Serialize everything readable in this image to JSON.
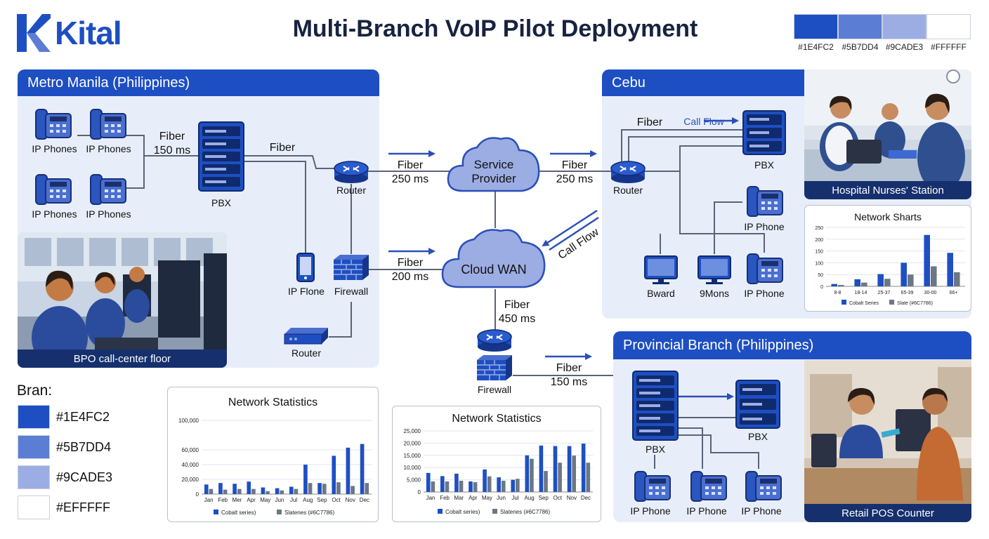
{
  "brand": {
    "logo_text": "Kital"
  },
  "title": "Multi-Branch VoIP Pilot Deployment",
  "palette": [
    {
      "hex": "#1E4FC2",
      "label": "#1E4FC2"
    },
    {
      "hex": "#5B7DD4",
      "label": "#5B7DD4"
    },
    {
      "hex": "#9CADE3",
      "label": "#9CADE3"
    },
    {
      "hex": "#FFFFFF",
      "label": "#FFFFFF"
    }
  ],
  "regions": {
    "manila": {
      "title": "Metro Manila (Philippines)",
      "phones": [
        "IP Phones",
        "IP Phones",
        "IP Phones",
        "IP Phones"
      ],
      "link_fiber": "Fiber",
      "link_ms": "150 ms",
      "pbx": "PBX",
      "fiber2": "Fiber",
      "router": "Router",
      "ip_flone": "IP Flone",
      "firewall": "Firewall",
      "router2": "Router",
      "photo_caption": "BPO call-center floor"
    },
    "cebu": {
      "title": "Cebu",
      "fiber": "Fiber",
      "call_flow": "Call Flow",
      "pbx": "PBX",
      "router": "Router",
      "ip_phone_1": "IP Phone",
      "bward": "Bward",
      "monitors": "9Mons",
      "ip_phone_2": "IP Phone",
      "photo_caption": "Hospital Nurses' Station"
    },
    "provincial": {
      "title": "Provincial Branch (Philippines)",
      "pbx_1": "PBX",
      "pbx_2": "PBX",
      "phones": [
        "IP Phone",
        "IP Phone",
        "IP Phone"
      ],
      "photo_caption": "Retail POS Counter"
    }
  },
  "core": {
    "service_provider": "Service Provider",
    "cloud_wan": "Cloud WAN",
    "link_sp_left": {
      "medium": "Fiber",
      "latency": "250 ms"
    },
    "link_sp_right": {
      "medium": "Fiber",
      "latency": "250 ms"
    },
    "link_wan_left": {
      "medium": "Fiber",
      "latency": "200 ms"
    },
    "link_wan_down": {
      "medium": "Fiber",
      "latency": "450 ms"
    },
    "call_flow": "Call Flow",
    "firewall": "Firewall",
    "link_prov": {
      "medium": "Fiber",
      "latency": "150 ms"
    }
  },
  "legend": {
    "title": "Bran:",
    "items": [
      {
        "hex": "#1E4FC2",
        "label": "#1E4FC2"
      },
      {
        "hex": "#5B7DD4",
        "label": "#5B7DD4"
      },
      {
        "hex": "#9CADE3",
        "label": "#9CADE3"
      },
      {
        "hex": "#FFFFFF",
        "label": "#EFFFFF"
      }
    ]
  },
  "colors": {
    "cobalt": "#1E4FC2",
    "slate": "#6C7786",
    "mid": "#5B7DD4",
    "light": "#9CADE3",
    "panel": "#E8EEF9",
    "navy": "#16306E"
  },
  "chart_data": [
    {
      "type": "bar",
      "title": "Network Statistics",
      "categories": [
        "Jan",
        "Feb",
        "Mer",
        "Apr",
        "May",
        "Jun",
        "Jul",
        "Aug",
        "Sep",
        "Oct",
        "Nov",
        "Dec"
      ],
      "ylim": [
        0,
        100000
      ],
      "yticks": [
        0,
        20000,
        40000,
        60000,
        100000
      ],
      "ytick_labels": [
        "0",
        "20,000",
        "40,000",
        "60,000",
        "100,000"
      ],
      "series": [
        {
          "name": "Cobalt series)",
          "color": "#1E4FC2",
          "values": [
            13000,
            15000,
            14000,
            17000,
            9000,
            8000,
            10000,
            40000,
            15000,
            52000,
            63000,
            68000
          ]
        },
        {
          "name": "Slatenes (#6C7786)",
          "color": "#6C7786",
          "values": [
            7000,
            6000,
            7000,
            7000,
            4000,
            5000,
            7000,
            15000,
            14000,
            16000,
            11000,
            15000
          ]
        }
      ]
    },
    {
      "type": "bar",
      "title": "Network Statistics",
      "categories": [
        "Jan",
        "Feb",
        "Mar",
        "Apr",
        "May",
        "Jun",
        "Jul",
        "Aug",
        "Sep",
        "Oct",
        "Nov",
        "Dec"
      ],
      "ylim": [
        0,
        25000
      ],
      "yticks": [
        0,
        5000,
        10000,
        15000,
        20000,
        25000
      ],
      "ytick_labels": [
        "0",
        "5,000",
        "10,000",
        "15,000",
        "20,000",
        "25,000"
      ],
      "series": [
        {
          "name": "Cobalt series)",
          "color": "#1E4FC2",
          "values": [
            7800,
            6500,
            7500,
            4300,
            9200,
            6000,
            5000,
            15000,
            19000,
            18800,
            18800,
            19800
          ]
        },
        {
          "name": "Slatenes (#6C7786)",
          "color": "#6C7786",
          "values": [
            4300,
            4300,
            4600,
            4000,
            6400,
            4600,
            5400,
            13600,
            8600,
            12000,
            14900,
            12000
          ]
        }
      ]
    },
    {
      "type": "bar",
      "title": "Network Sharts",
      "categories": [
        "8-8",
        "18-14",
        "25-37",
        "65-39",
        "30-00",
        "66+"
      ],
      "ylim": [
        0,
        250
      ],
      "yticks": [
        0,
        50,
        100,
        150,
        200,
        250
      ],
      "ytick_labels": [
        "0",
        "50",
        "100",
        "150",
        "200",
        "250"
      ],
      "series": [
        {
          "name": "Cobalt Series",
          "color": "#1E4FC2",
          "values": [
            10,
            30,
            52,
            100,
            218,
            142
          ]
        },
        {
          "name": "Slate (#6C7786)",
          "color": "#6C7786",
          "values": [
            6,
            16,
            32,
            50,
            85,
            60
          ]
        }
      ]
    }
  ]
}
